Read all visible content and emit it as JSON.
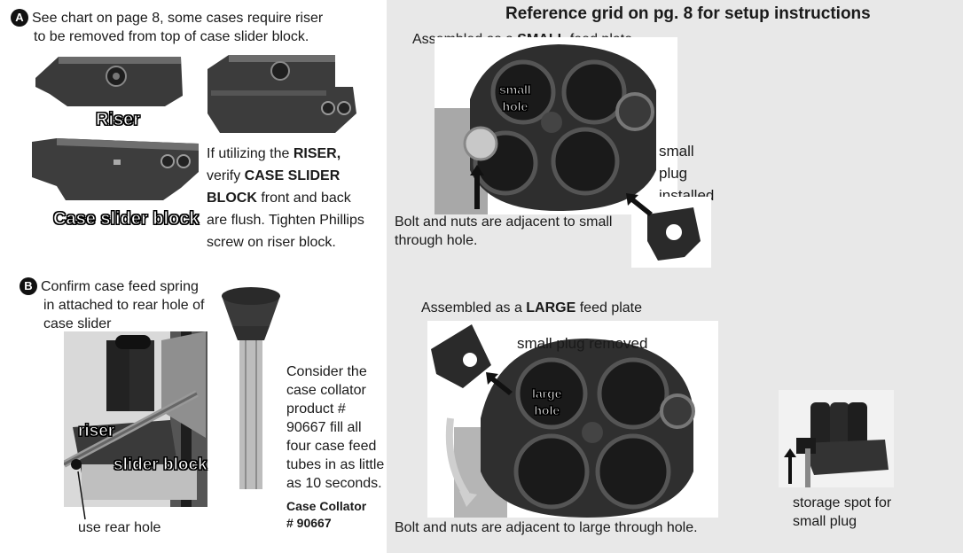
{
  "sectionA": {
    "badge": "A",
    "line1": "See chart on page 8, some cases require riser",
    "line2": "to be removed from top of case slider block.",
    "riser_label": "Riser",
    "slider_label": "Case slider block",
    "note_prefix1": "If utilizing the ",
    "note_bold1": "RISER,",
    "note_prefix2": "verify ",
    "note_bold2": "CASE SLIDER",
    "note_bold3": "BLOCK",
    "note_suffix3": " front and back",
    "note_line4": "are flush. Tighten Phillips",
    "note_line5": "screw on riser block."
  },
  "sectionB": {
    "badge": "B",
    "line1": "Confirm case feed spring",
    "line2": "in attached to rear hole of",
    "line3": "case slider",
    "riser_label": "riser",
    "slider_label": "slider block",
    "rear_hole_label": "use rear hole",
    "collator_lines": [
      "Consider the",
      "case collator",
      "product #",
      "90667 fill all",
      "four case feed",
      "tubes in as little",
      "as 10 seconds."
    ],
    "collator_title1": "Case Collator",
    "collator_title2": "# 90667"
  },
  "right": {
    "title": "Reference grid on pg. 8 for setup instructions",
    "small_heading_prefix": "Assembled as a ",
    "small_heading_bold": "SMALL",
    "small_heading_suffix": " feed plate",
    "small_hole_1": "small",
    "small_hole_2": "hole",
    "small_plug_1": "small",
    "small_plug_2": "plug",
    "small_plug_3": "installed",
    "small_caption_1": "Bolt and nuts are adjacent to small",
    "small_caption_2": "through hole.",
    "large_heading_prefix": "Assembled as a ",
    "large_heading_bold": "LARGE",
    "large_heading_suffix": " feed plate",
    "plug_removed": "small plug removed",
    "large_hole_1": "large",
    "large_hole_2": "hole",
    "large_caption": "Bolt and nuts are adjacent to large through hole.",
    "storage_1": "storage spot for",
    "storage_2": "small plug"
  }
}
